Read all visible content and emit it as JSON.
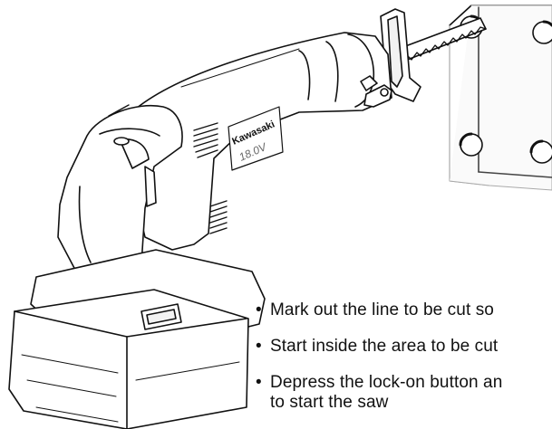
{
  "brand": {
    "logo_text": "Kawasaki",
    "voltage_text": "18.0V"
  },
  "steps": [
    "Mark out the line to be cut so",
    "Start inside the area to be cut",
    "Depress the lock-on button an",
    "to start the saw"
  ]
}
